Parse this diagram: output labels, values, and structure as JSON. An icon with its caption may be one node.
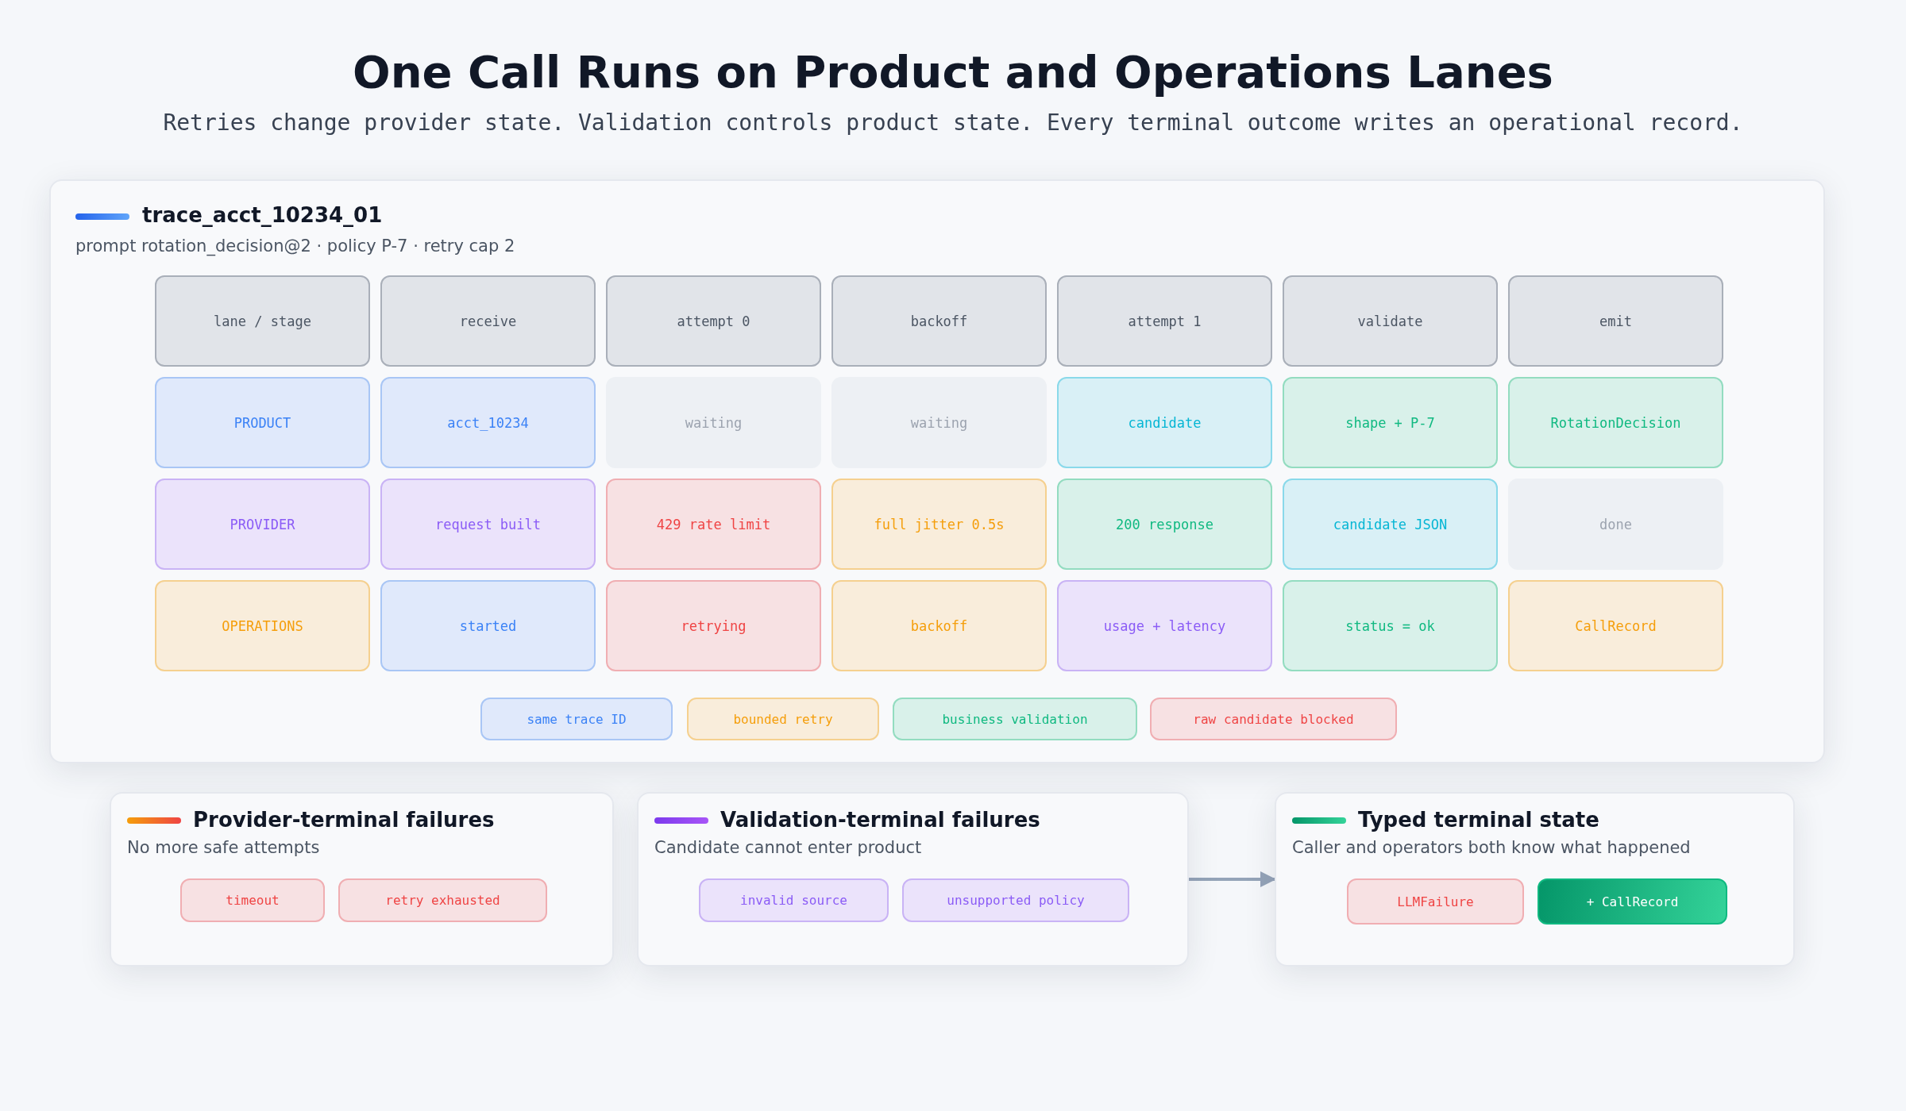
{
  "diagram": {
    "title": "One Call Runs on Product and Operations Lanes",
    "caption": "Retries change provider state. Validation controls product state. Every terminal outcome writes an operational record.",
    "nodes": [
      {
        "text": [
          "trace_acct_10234_01",
          "prompt rotation_decision@2 · policy P-7 · retry cap 2"
        ]
      },
      {
        "text": [
          "lane / stage"
        ],
        "in": 0
      },
      {
        "text": [
          "receive"
        ],
        "in": 0
      },
      {
        "text": [
          "attempt 0"
        ],
        "in": 0
      },
      {
        "text": [
          "backoff"
        ],
        "in": 0
      },
      {
        "text": [
          "attempt 1"
        ],
        "in": 0
      },
      {
        "text": [
          "validate"
        ],
        "in": 0
      },
      {
        "text": [
          "emit"
        ],
        "in": 0
      },
      {
        "text": [
          "PRODUCT"
        ],
        "in": 0
      },
      {
        "text": [
          "acct_10234"
        ],
        "in": 0
      },
      {
        "text": [
          "waiting"
        ],
        "in": 0
      },
      {
        "text": [
          "waiting"
        ],
        "in": 0
      },
      {
        "text": [
          "candidate"
        ],
        "in": 0
      },
      {
        "text": [
          "shape + P-7"
        ],
        "in": 0
      },
      {
        "text": [
          "RotationDecision"
        ],
        "in": 0
      },
      {
        "text": [
          "PROVIDER"
        ],
        "in": 0
      },
      {
        "text": [
          "request built"
        ],
        "in": 0
      },
      {
        "text": [
          "429 rate limit"
        ],
        "in": 0
      },
      {
        "text": [
          "full jitter 0.5s"
        ],
        "in": 0
      },
      {
        "text": [
          "200 response"
        ],
        "in": 0
      },
      {
        "text": [
          "candidate JSON"
        ],
        "in": 0
      },
      {
        "text": [
          "done"
        ],
        "in": 0
      },
      {
        "text": [
          "OPERATIONS"
        ],
        "in": 0
      },
      {
        "text": [
          "started"
        ],
        "in": 0
      },
      {
        "text": [
          "retrying"
        ],
        "in": 0
      },
      {
        "text": [
          "backoff"
        ],
        "in": 0
      },
      {
        "text": [
          "usage + latency"
        ],
        "in": 0
      },
      {
        "text": [
          "status = ok"
        ],
        "in": 0
      },
      {
        "text": [
          "CallRecord"
        ],
        "in": 0
      },
      {
        "text": [
          "same trace ID"
        ],
        "in": 0
      },
      {
        "text": [
          "bounded retry"
        ],
        "in": 0
      },
      {
        "text": [
          "business validation"
        ],
        "in": 0
      },
      {
        "text": [
          "raw candidate blocked"
        ],
        "in": 0
      },
      {
        "text": [
          "Provider-terminal failures",
          "No more safe attempts"
        ]
      },
      {
        "text": [
          "timeout"
        ],
        "in": 33
      },
      {
        "text": [
          "retry exhausted"
        ],
        "in": 33
      },
      {
        "text": [
          "Validation-terminal failures",
          "Candidate cannot enter product"
        ]
      },
      {
        "text": [
          "invalid source"
        ],
        "in": 36
      },
      {
        "text": [
          "unsupported policy"
        ],
        "in": 36
      },
      {
        "text": [
          "Typed terminal state",
          "Caller and operators both know what happened"
        ]
      },
      {
        "text": [
          "LLMFailure"
        ],
        "in": 39
      },
      {
        "text": [
          "+ CallRecord"
        ],
        "in": 39
      }
    ],
    "edges": [
      {
        "from": 36,
        "to": 39,
        "arrow": "to"
      }
    ]
  }
}
